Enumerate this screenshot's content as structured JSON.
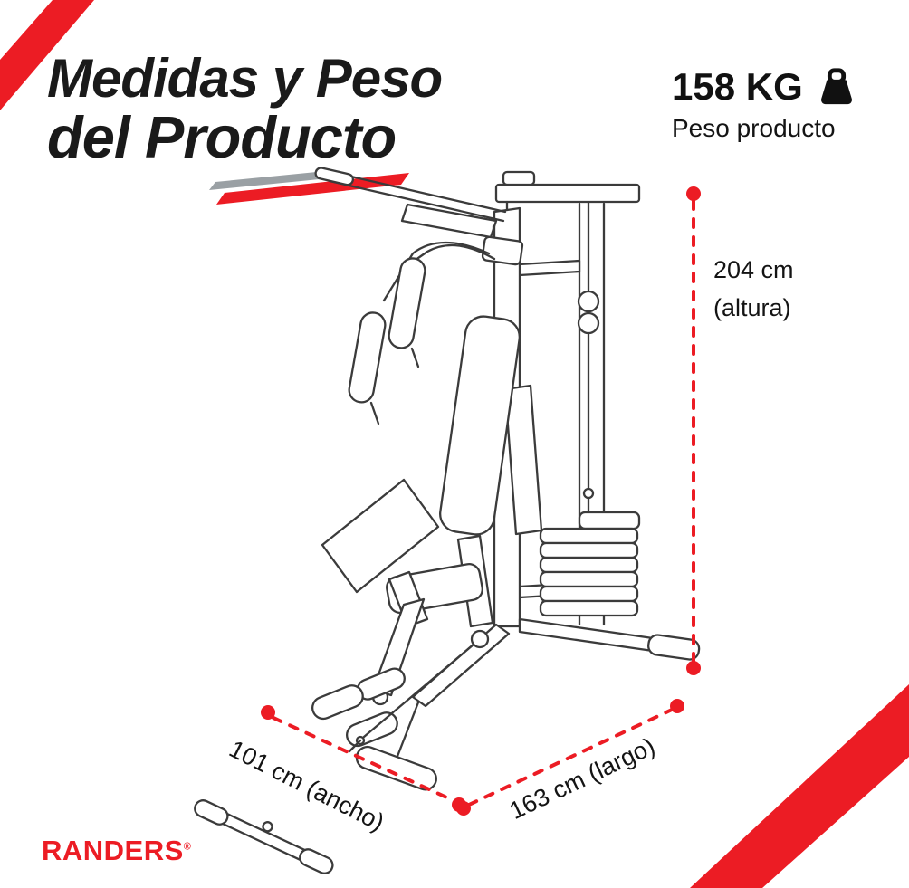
{
  "header": {
    "title_line1": "Medidas y Peso",
    "title_line2": "del Producto"
  },
  "weight": {
    "value": "158 KG",
    "label": "Peso producto",
    "icon": "gym-weight-icon"
  },
  "dimensions": {
    "height": {
      "value": "204 cm",
      "label": "(altura)"
    },
    "width": {
      "value": "101 cm (ancho)"
    },
    "length": {
      "value": "163 cm (largo)"
    }
  },
  "brand": {
    "name": "RANDERS",
    "registered_mark": "®"
  },
  "illustration": {
    "subject": "home-gym-multistation-line-drawing"
  },
  "colors": {
    "accent_red": "#EC1C24",
    "line_gray": "#3b3b3b",
    "slash_gray": "#9aa0a4"
  }
}
